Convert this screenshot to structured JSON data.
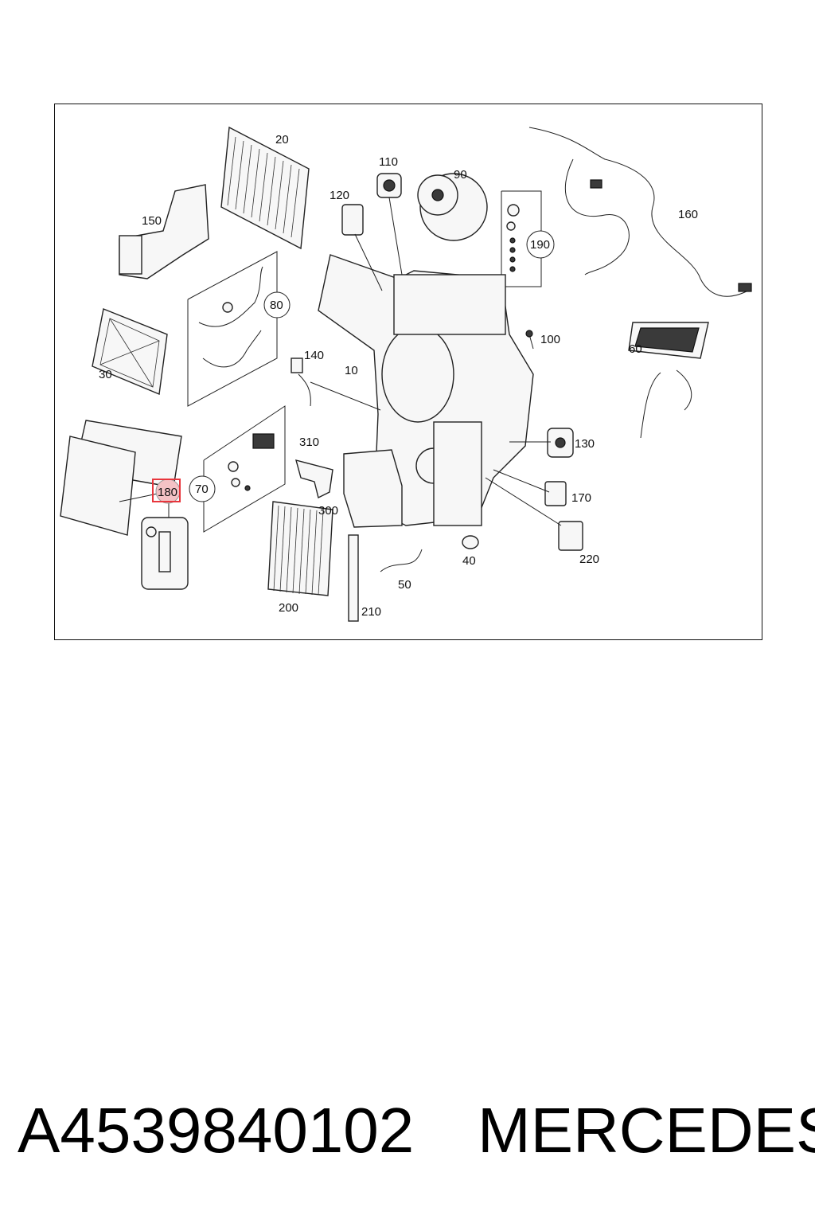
{
  "diagram": {
    "callouts": [
      "20",
      "110",
      "90",
      "120",
      "150",
      "190",
      "160",
      "80",
      "30",
      "100",
      "140",
      "10",
      "60",
      "310",
      "130",
      "70",
      "180",
      "170",
      "300",
      "40",
      "220",
      "50",
      "200",
      "210"
    ],
    "highlighted_callout": "180",
    "highlight_color": "#e8363d"
  },
  "caption": {
    "part_number": "A4539840102",
    "brand": "MERCEDES"
  }
}
